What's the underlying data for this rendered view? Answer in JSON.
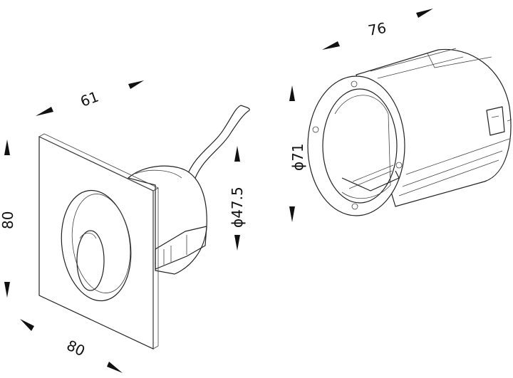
{
  "drawing": {
    "dimensions": {
      "fixture_depth": "61",
      "fixture_height": "80",
      "fixture_width": "80",
      "fixture_body_diameter": "ϕ47.5",
      "housing_length": "76",
      "housing_diameter": "ϕ71"
    },
    "colors": {
      "line": "#222222",
      "background": "#ffffff"
    }
  }
}
